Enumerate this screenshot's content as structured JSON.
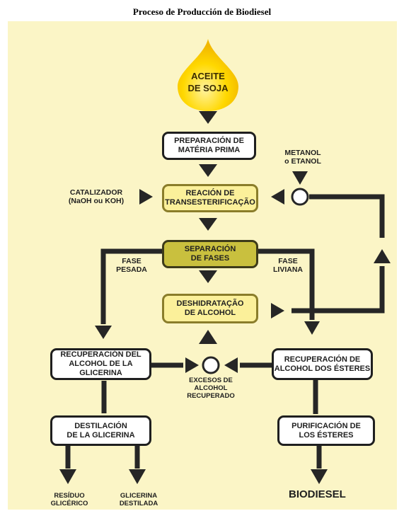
{
  "title": "Proceso de Producción de Biodiesel",
  "nodes": {
    "aceite": "ACEITE\nDE SOJA",
    "preparacion": "PREPARACIÓN DE\nMATÉRIA PRIMA",
    "reacion": "REACIÓN DE\nTRANSESTERIFICAÇÃO",
    "separacion": "SEPARACIÓN\nDE FASES",
    "deshidratacao": "DESHIDRATAÇÃO\nDE ALCOHOL",
    "rec_alcohol_glicerina": "RECUPERACIÓN DEL\nALCOHOL DE LA\nGLICERINA",
    "rec_alcohol_esteres": "RECUPERACIÓN DE\nALCOHOL DOS ÉSTERES",
    "destilacion": "DESTILACIÓN\nDE LA GLICERINA",
    "purificacion": "PURIFICACIÓN DE\nLOS ÉSTERES"
  },
  "labels": {
    "metanol": "METANOL\no ETANOL",
    "catalizador": "CATALIZADOR\n(NaOH ou KOH)",
    "fase_pesada": "FASE\nPESADA",
    "fase_liviana": "FASE\nLIVIANA",
    "excesos": "EXCESOS DE\nALCOHOL\nRECUPERADO",
    "residuo": "RESÍDUO\nGLICÉRICO",
    "glicerina_destilada": "GLICERINA\nDESTILADA",
    "biodiesel": "BIODIESEL"
  },
  "colors": {
    "background": "#fbf5c6",
    "drop": "#f5cc00",
    "reaction_box": "#fbf09a",
    "separation_box": "#c9c03e",
    "lines": "#262626"
  }
}
